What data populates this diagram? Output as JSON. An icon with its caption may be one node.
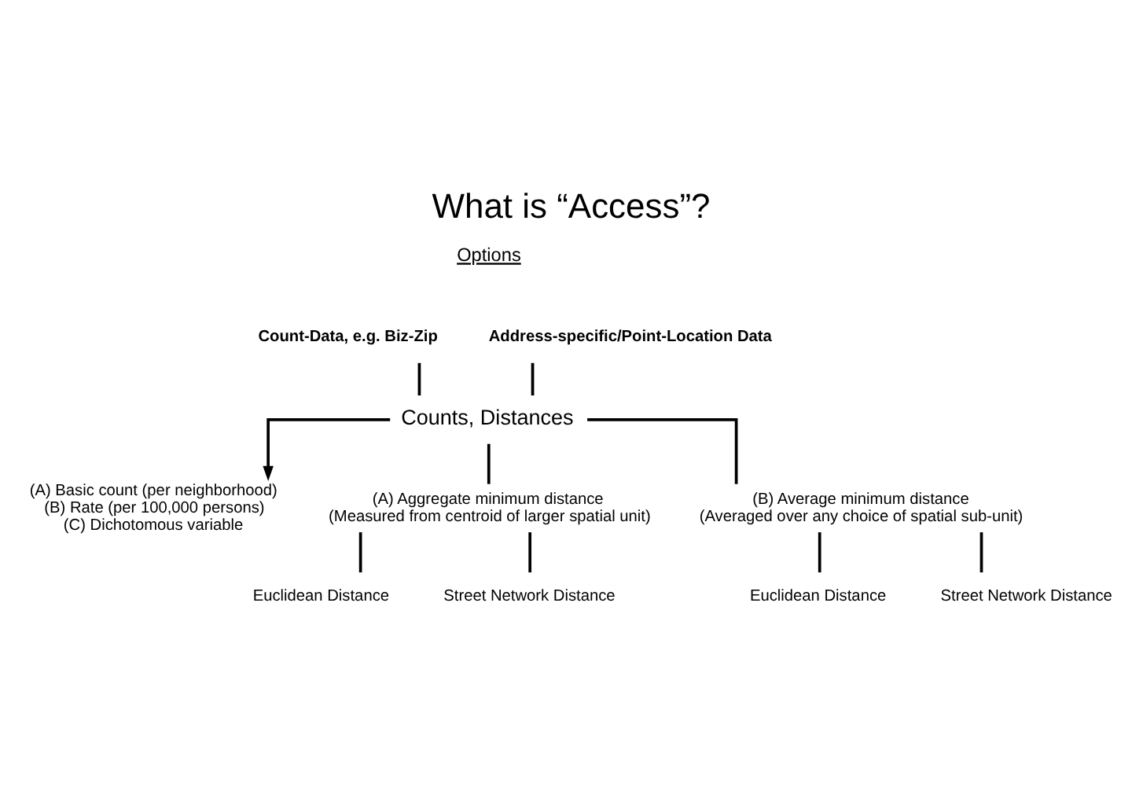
{
  "diagram": {
    "title": "What is “Access”?",
    "nodes": [
      {
        "text": [
          "Count-Data, e.g. Biz-Zip"
        ]
      },
      {
        "text": [
          "Address-specific/Point-Location Data"
        ]
      },
      {
        "text": [
          "Counts, Distances"
        ]
      },
      {
        "text": [
          "(A) Basic count (per neighborhood)",
          "(B) Rate (per 100,000 persons)",
          "(C) Dichotomous variable"
        ]
      },
      {
        "text": [
          "(A) Aggregate minimum distance",
          "(Measured from centroid of larger spatial unit)"
        ]
      },
      {
        "text": [
          "(B) Average minimum distance",
          "(Averaged over any choice of spatial sub-unit)"
        ]
      },
      {
        "text": [
          "Euclidean Distance"
        ]
      },
      {
        "text": [
          "Street Network Distance"
        ]
      },
      {
        "text": [
          "Euclidean Distance"
        ]
      },
      {
        "text": [
          "Street Network Distance"
        ]
      }
    ],
    "edges": [
      {
        "from": 0,
        "to": 2,
        "arrow": "none"
      },
      {
        "from": 1,
        "to": 2,
        "arrow": "none"
      },
      {
        "from": 2,
        "to": 3,
        "arrow": "to"
      },
      {
        "from": 2,
        "to": 4,
        "arrow": "none"
      },
      {
        "from": 2,
        "to": 5,
        "arrow": "none"
      },
      {
        "from": 4,
        "to": 6,
        "arrow": "none"
      },
      {
        "from": 4,
        "to": 7,
        "arrow": "none"
      },
      {
        "from": 5,
        "to": 8,
        "arrow": "none"
      },
      {
        "from": 5,
        "to": 9,
        "arrow": "none"
      }
    ],
    "labels": [
      "Options"
    ]
  }
}
